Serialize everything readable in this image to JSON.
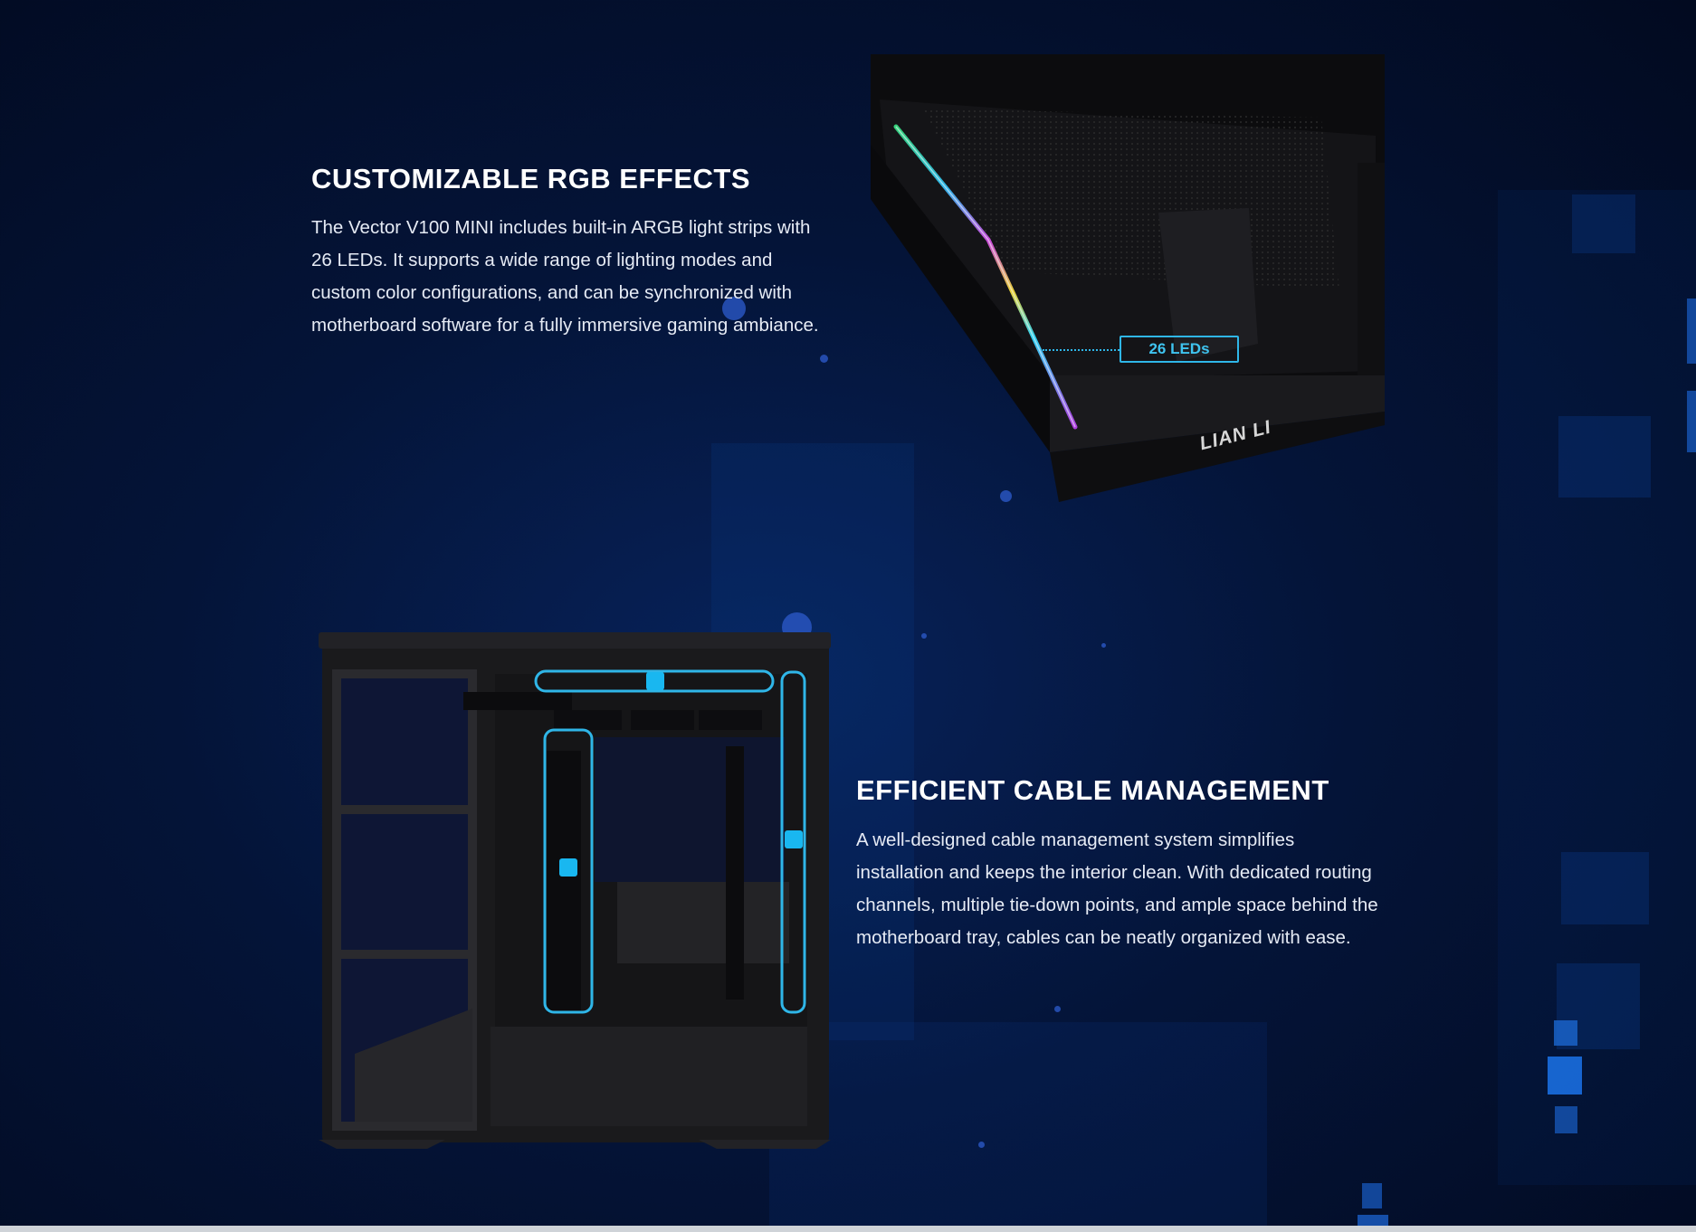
{
  "rgb_section": {
    "title": "CUSTOMIZABLE RGB EFFECTS",
    "body": "The Vector V100 MINI includes built-in ARGB light strips with 26 LEDs. It supports a wide range of lighting modes and custom color configurations, and can be synchronized with motherboard software for a fully immersive gaming ambiance.",
    "led_callout": "26 LEDs",
    "brand_mark": "LIAN LI"
  },
  "cable_section": {
    "title": "EFFICIENT CABLE MANAGEMENT",
    "body": "A well-designed cable management system simplifies installation and keeps the interior clean. With dedicated routing channels, multiple tie-down points, and ample space behind the motherboard tray, cables can be neatly organized with ease."
  },
  "colors": {
    "background": "#041438",
    "accent": "#2fb6e8",
    "highlight": "#19b7f0"
  }
}
